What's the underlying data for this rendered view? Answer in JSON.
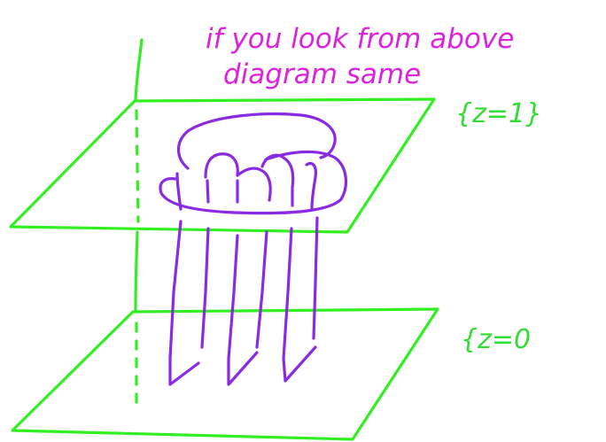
{
  "annotation": {
    "line1": "if you look from above",
    "line2": "diagram same"
  },
  "planes": {
    "top_label": "{z=1}",
    "bottom_label": "{z=0"
  },
  "colors": {
    "annotation": "#dd22dd",
    "planes": "#33ee22",
    "braid": "#8a2be2",
    "background": "#ffffff"
  }
}
